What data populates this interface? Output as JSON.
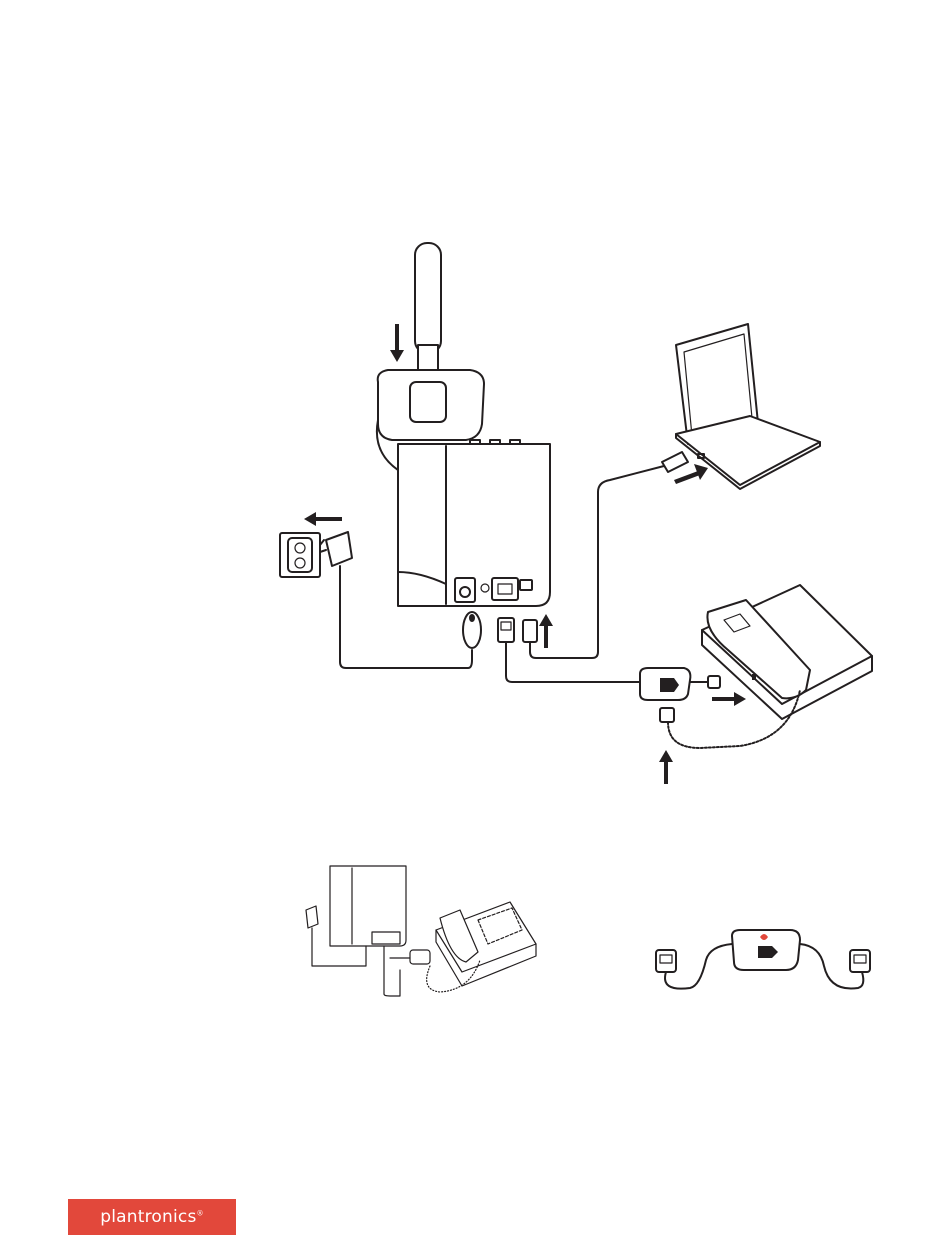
{
  "colors": {
    "ink": "#231f20",
    "brand": "#e2483b",
    "accent_mark": "#e2483b"
  },
  "footer": {
    "logo_text": "plantronics",
    "logo_mark": "®"
  },
  "figures": [
    {
      "id": "main-setup",
      "items": [
        "headset",
        "charging-cradle",
        "base-station",
        "power-outlet",
        "power-adapter",
        "laptop",
        "usb-cable",
        "desk-phone",
        "handset-lifter-cable"
      ]
    },
    {
      "id": "inset-setup",
      "items": [
        "base-station",
        "power-adapter",
        "desk-phone"
      ]
    },
    {
      "id": "inset-cable",
      "items": [
        "telephone-interface-cable"
      ]
    }
  ]
}
